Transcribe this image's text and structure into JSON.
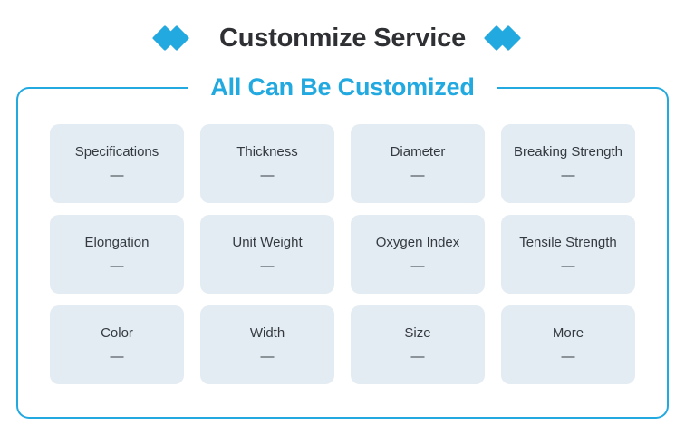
{
  "header": {
    "title": "Custonmize Service",
    "icon_left": "double-diamond-icon",
    "icon_right": "double-diamond-icon"
  },
  "panel": {
    "subtitle": "All Can Be Customized",
    "border_color": "#22a9e0"
  },
  "colors": {
    "accent": "#22a9e0",
    "title_text": "#2f3033",
    "card_background": "#e3ecf2",
    "card_text": "#343a40",
    "page_background": "#ffffff"
  },
  "cards": [
    {
      "label": "Specifications",
      "value": "—"
    },
    {
      "label": "Thickness",
      "value": "—"
    },
    {
      "label": "Diameter",
      "value": "—"
    },
    {
      "label": "Breaking Strength",
      "value": "—"
    },
    {
      "label": "Elongation",
      "value": "—"
    },
    {
      "label": "Unit Weight",
      "value": "—"
    },
    {
      "label": "Oxygen Index",
      "value": "—"
    },
    {
      "label": "Tensile Strength",
      "value": "—"
    },
    {
      "label": "Color",
      "value": "—"
    },
    {
      "label": "Width",
      "value": "—"
    },
    {
      "label": "Size",
      "value": "—"
    },
    {
      "label": "More",
      "value": "—"
    }
  ]
}
